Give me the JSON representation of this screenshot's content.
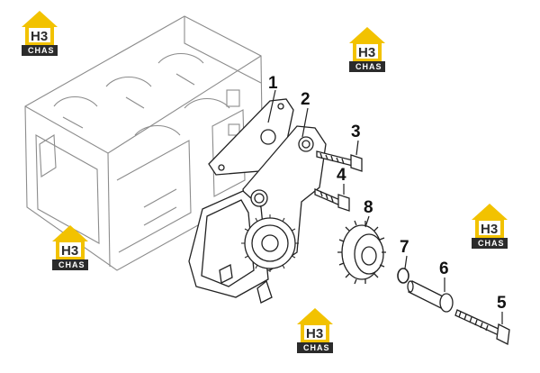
{
  "callouts": [
    "1",
    "2",
    "3",
    "4",
    "5",
    "6",
    "7",
    "8"
  ],
  "watermark": {
    "text": "CHAS",
    "mark": "H3",
    "color_yellow": "#f2c200",
    "color_dark": "#2b2b2b"
  },
  "colors": {
    "line": "#222222",
    "ghost": "#9a9a9a",
    "fill": "#ffffff"
  }
}
